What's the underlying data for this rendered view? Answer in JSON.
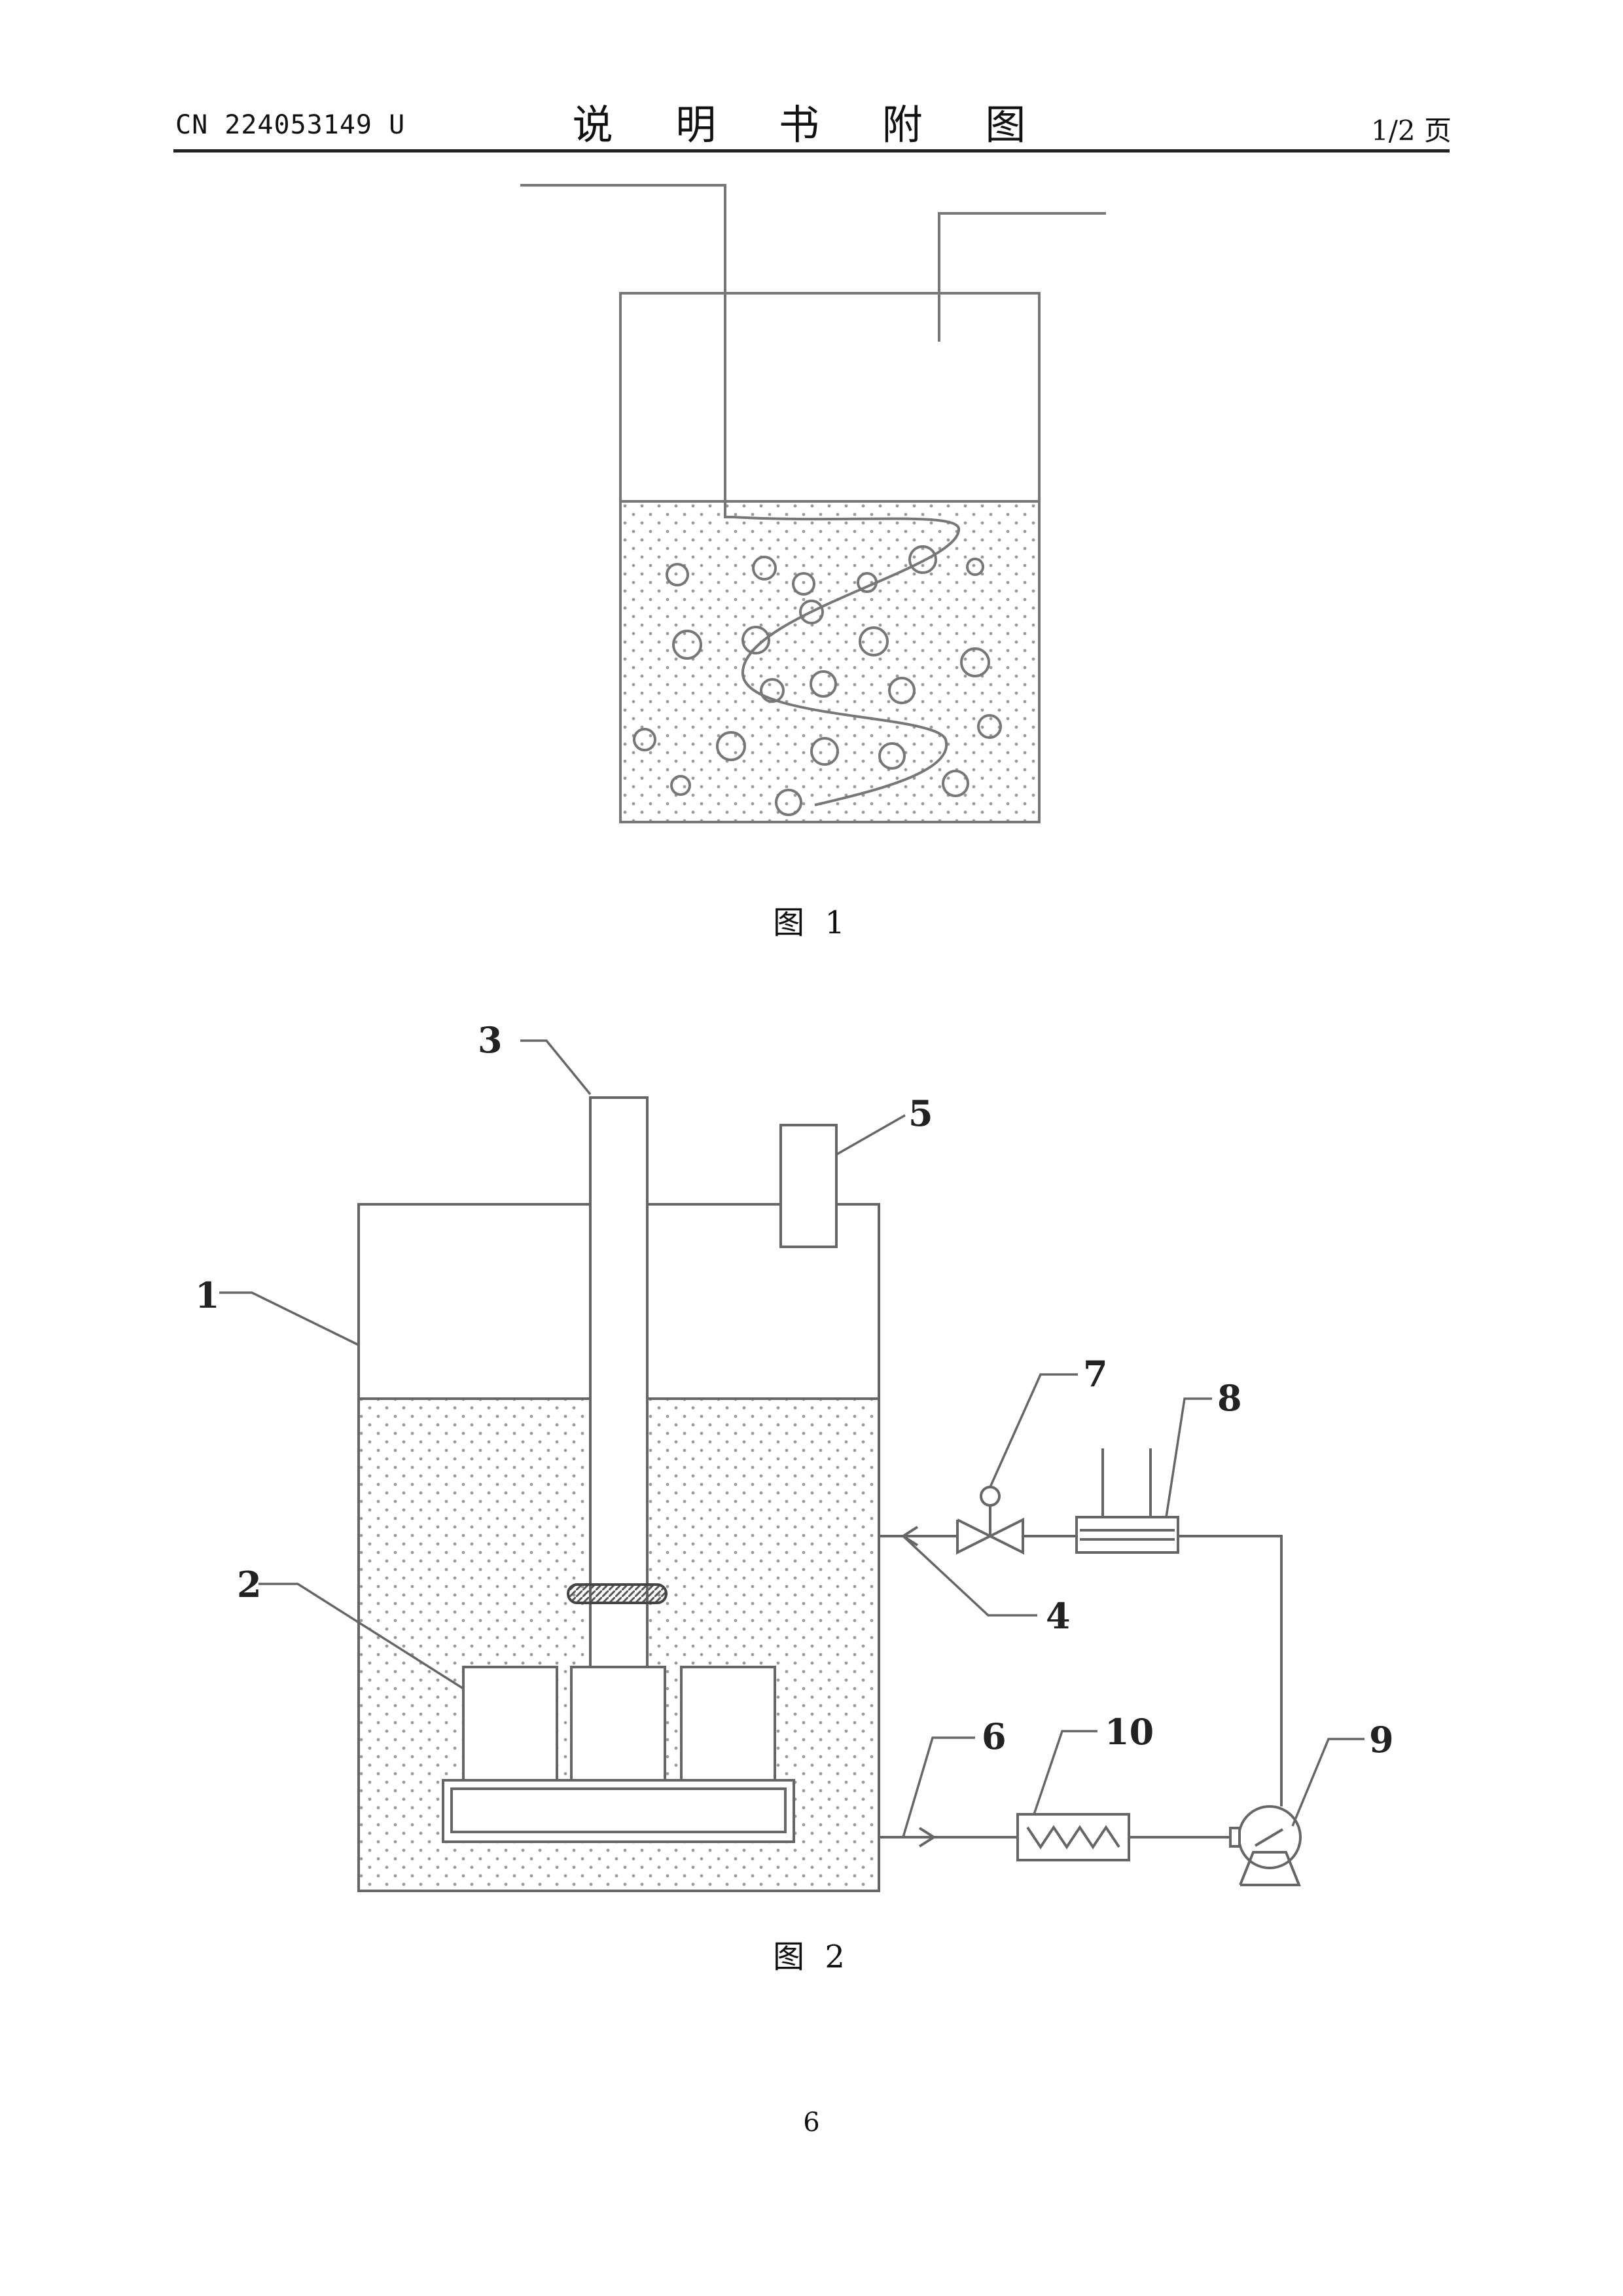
{
  "header": {
    "patent_number": "CN 224053149 U",
    "title": "说 明 书 附 图",
    "page_fraction": "1/2 页"
  },
  "figure1": {
    "caption": "图 1"
  },
  "figure2": {
    "caption": "图 2",
    "labels": {
      "l1": "1",
      "l2": "2",
      "l3": "3",
      "l4": "4",
      "l5": "5",
      "l6": "6",
      "l7": "7",
      "l8": "8",
      "l9": "9",
      "l10": "10"
    }
  },
  "footer": {
    "page_number": "6"
  }
}
